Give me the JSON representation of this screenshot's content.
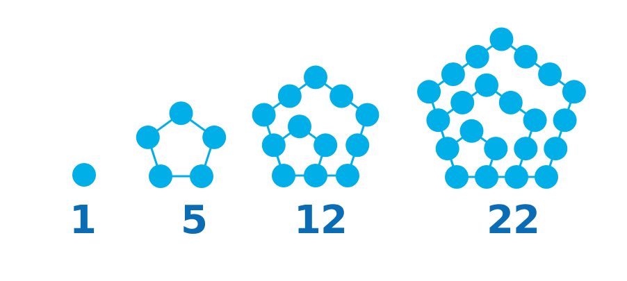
{
  "colors": {
    "dot": "#00aee8",
    "edge": "#00aee8",
    "label": "#0a6cb4",
    "background": "#ffffff"
  },
  "figures": [
    {
      "n": 1,
      "label": "1"
    },
    {
      "n": 2,
      "label": "5"
    },
    {
      "n": 3,
      "label": "12"
    },
    {
      "n": 4,
      "label": "22"
    }
  ]
}
